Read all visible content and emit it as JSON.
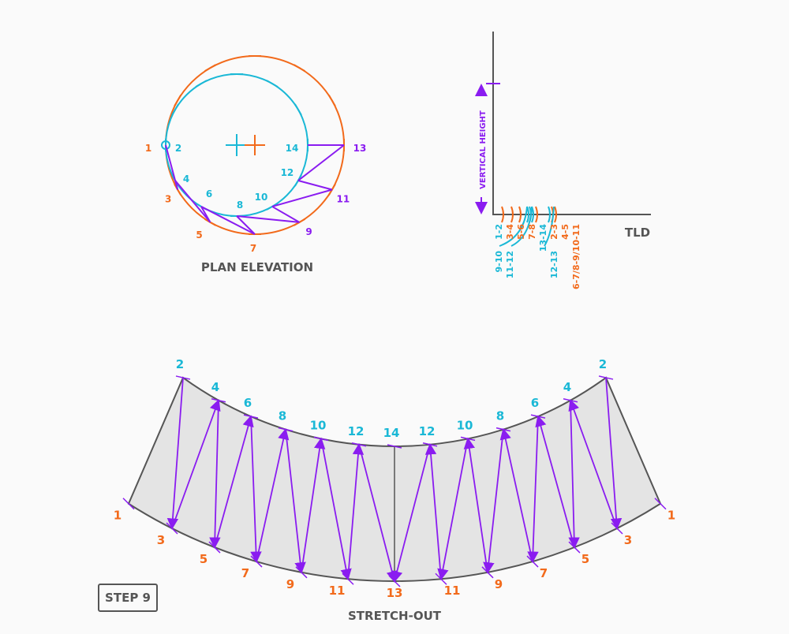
{
  "plan": {
    "title": "PLAN ELEVATION",
    "orange_labels": [
      "1",
      "3",
      "5",
      "7",
      "9",
      "11",
      "13"
    ],
    "cyan_labels": [
      "2",
      "4",
      "6",
      "8",
      "10",
      "12",
      "14"
    ]
  },
  "tld": {
    "title": "TLD",
    "vertical_label": "VERTICAL HEIGHT",
    "labels": [
      {
        "t": "1-2",
        "c": "cyan"
      },
      {
        "t": "3-4",
        "c": "orange"
      },
      {
        "t": "5-6",
        "c": "orange"
      },
      {
        "t": "7-8",
        "c": "orange"
      },
      {
        "t": "9-10",
        "c": "cyan"
      },
      {
        "t": "11-12",
        "c": "cyan"
      },
      {
        "t": "13-14",
        "c": "cyan"
      },
      {
        "t": "2-3",
        "c": "orange"
      },
      {
        "t": "12-13",
        "c": "cyan"
      },
      {
        "t": "4-5",
        "c": "orange"
      },
      {
        "t": "6-7/8-9/10-11",
        "c": "orange"
      }
    ]
  },
  "stretch": {
    "title": "STRETCH-OUT",
    "inner_left": [
      "2",
      "4",
      "6",
      "8",
      "10",
      "12",
      "14"
    ],
    "inner_right": [
      "12",
      "10",
      "8",
      "6",
      "4",
      "2"
    ],
    "outer_left": [
      "1",
      "3",
      "5",
      "7",
      "9",
      "11",
      "13"
    ],
    "outer_right": [
      "11",
      "9",
      "7",
      "5",
      "3",
      "1"
    ]
  },
  "step_label": "STEP 9",
  "colors": {
    "orange": "#f26a1b",
    "cyan": "#1ab8d6",
    "purple": "#8a1cf0",
    "gray": "#555555",
    "fill": "#e4e4e4"
  }
}
